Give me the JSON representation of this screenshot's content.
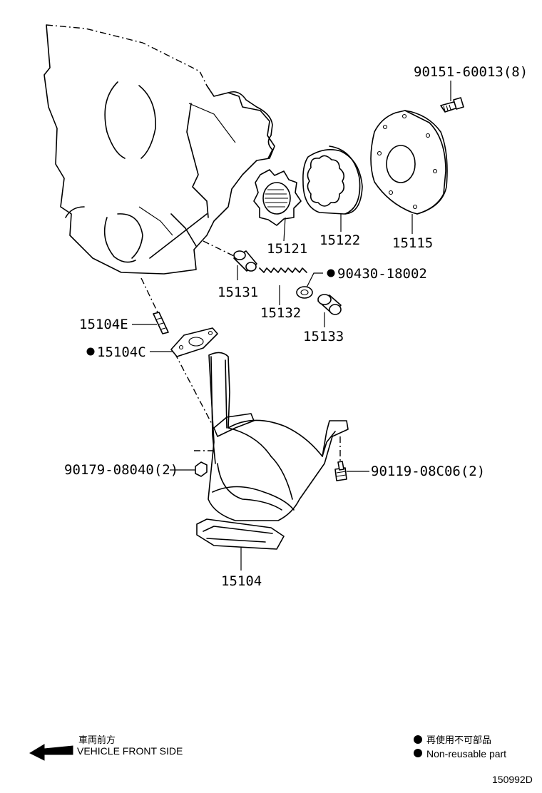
{
  "parts": {
    "p15121": "15121",
    "p15122": "15122",
    "p15115": "15115",
    "p90151": "90151-60013(8)",
    "p90430": "90430-18002",
    "p15131": "15131",
    "p15132": "15132",
    "p15133": "15133",
    "p15104E": "15104E",
    "p15104C": "15104C",
    "p90179": "90179-08040(2)",
    "p90119": "90119-08C06(2)",
    "p15104": "15104"
  },
  "legend": {
    "front_jp": "車両前方",
    "front_en": "VEHICLE FRONT SIDE",
    "nonreuse_jp": "再使用不可部品",
    "nonreuse_en": "Non-reusable part"
  },
  "diagram_id": "150992D",
  "icons": {
    "front_arrow": "arrow-left-icon",
    "nonreuse_mark": "filled-circle-icon"
  }
}
